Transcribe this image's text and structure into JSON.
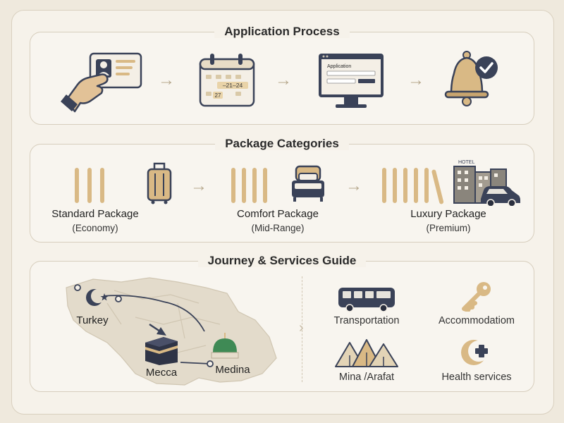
{
  "application_process": {
    "title": "Application Process",
    "steps": [
      {
        "icon": "id-card-hand-icon"
      },
      {
        "icon": "calendar-icon",
        "calendar_range": "21–24",
        "calendar_day": "27"
      },
      {
        "icon": "computer-application-icon",
        "form_title": "Application"
      },
      {
        "icon": "bell-check-icon"
      }
    ]
  },
  "package_categories": {
    "title": "Package Categories",
    "packages": [
      {
        "name": "Standard Package",
        "tier": "(Economy)",
        "icon": "luggage-icon"
      },
      {
        "name": "Comfort Package",
        "tier": "(Mid-Range)",
        "icon": "bed-icon"
      },
      {
        "name": "Luxury Package",
        "tier": "(Premium)",
        "icon": "hotel-car-icon",
        "hotel_sign": "HOTEL"
      }
    ]
  },
  "journey_guide": {
    "title": "Journey & Services Guide",
    "map_labels": {
      "origin": "Turkey",
      "stop1": "Mecca",
      "stop2": "Medina"
    },
    "services": [
      {
        "label": "Transportation",
        "icon": "bus-icon"
      },
      {
        "label": "Accommodatiom",
        "icon": "key-icon"
      },
      {
        "label": "Mina /Arafat",
        "icon": "tents-icon"
      },
      {
        "label": "Health services",
        "icon": "crescent-cross-icon"
      }
    ]
  },
  "colors": {
    "navy": "#3a4258",
    "gold": "#d9b985",
    "background": "#efe9dd",
    "green": "#3f8a55"
  }
}
